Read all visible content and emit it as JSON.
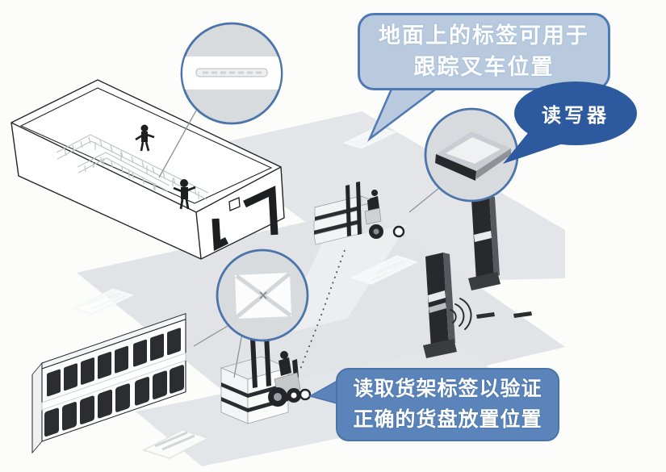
{
  "diagram": {
    "callouts": {
      "ground_tag": {
        "line1": "地面上的标签可用于",
        "line2": "跟踪叉车位置"
      },
      "reader": {
        "label": "读写器"
      },
      "shelf_tag": {
        "line1": "读取货架标签以验证",
        "line2": "正确的货盘放置位置"
      }
    },
    "icons": {
      "warehouse": "warehouse-building-icon",
      "conveyor": "conveyor-belt-icon",
      "workers": "worker-figure-icon",
      "door": "dock-door-icon",
      "magnifier_floor_tag": "magnifier-floor-tag-icon",
      "magnifier_shelf_tag": "magnifier-shelf-tag-icon",
      "magnifier_reader": "magnifier-reader-device-icon",
      "forklift_upper": "forklift-icon",
      "forklift_lower": "forklift-icon",
      "pallet_rack": "pallet-rack-icon",
      "rfid_pillars": "rfid-portal-antenna-icon",
      "radio_waves": "radio-waves-icon",
      "floor_tags": "floor-tag-icon",
      "path_dotted": "forklift-path-dotted-line"
    },
    "colors": {
      "callout_light_fill": "#b9cadf",
      "callout_border": "#4d7ab5",
      "callout_dark_fill": "#2d5a9e",
      "callout_medium_fill": "#5b84ba",
      "magnifier_ring": "#4b74ab",
      "floor_gray": "#e3e4e7",
      "ink_dark": "#26282b"
    }
  }
}
